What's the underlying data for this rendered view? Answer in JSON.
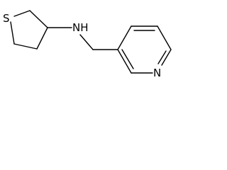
{
  "molecule": {
    "atoms": {
      "sulfur": "S",
      "amine": "NH",
      "pyridine_nitrogen": "N"
    },
    "colors": {
      "bond": "#000000",
      "label": "#000000",
      "background": "#ffffff"
    }
  }
}
